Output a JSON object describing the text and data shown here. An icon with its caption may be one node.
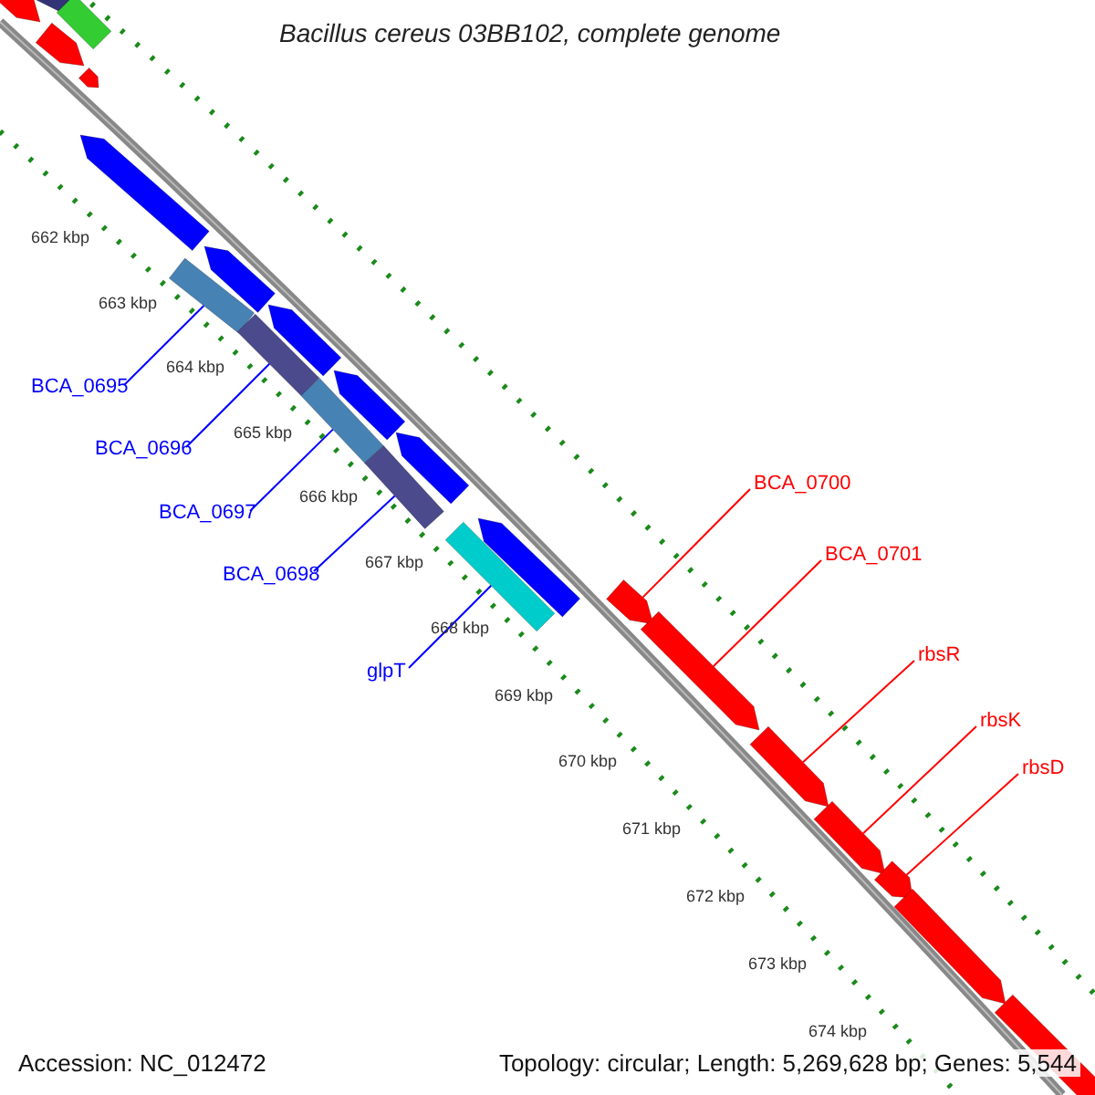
{
  "diagram": {
    "title": "Bacillus cereus 03BB102, complete genome",
    "nodes": [
      {
        "text": [
          "BCA_0695"
        ]
      },
      {
        "text": [
          "BCA_0696"
        ]
      },
      {
        "text": [
          "BCA_0697"
        ]
      },
      {
        "text": [
          "BCA_0698"
        ]
      },
      {
        "text": [
          "glpT"
        ]
      },
      {
        "text": [
          "BCA_0700"
        ]
      },
      {
        "text": [
          "BCA_0701"
        ]
      },
      {
        "text": [
          "rbsR"
        ]
      },
      {
        "text": [
          "rbsK"
        ]
      },
      {
        "text": [
          "rbsD"
        ]
      },
      {
        "text": [],
        "shape": "bar"
      },
      {
        "text": [],
        "shape": "bar"
      },
      {
        "text": [],
        "shape": "bar"
      },
      {
        "text": [],
        "shape": "bar"
      },
      {
        "text": [],
        "shape": "bar"
      },
      {
        "text": [],
        "shape": "bar"
      },
      {
        "text": [],
        "shape": "bar"
      },
      {
        "text": [],
        "shape": "bar"
      },
      {
        "text": [],
        "shape": "bar"
      },
      {
        "text": [],
        "shape": "bar"
      },
      {
        "text": [],
        "shape": "bar"
      },
      {
        "text": [],
        "shape": "bar"
      },
      {
        "text": [],
        "shape": "bar"
      },
      {
        "text": [],
        "shape": "bar"
      },
      {
        "text": [],
        "shape": "bar"
      },
      {
        "text": [],
        "shape": "bar"
      },
      {
        "text": [],
        "shape": "bar"
      },
      {
        "text": [],
        "shape": "bar"
      },
      {
        "text": [],
        "shape": "bar"
      },
      {
        "text": [],
        "shape": "bar"
      },
      {
        "text": [],
        "shape": "bar"
      },
      {
        "text": [],
        "shape": "bar"
      },
      {
        "text": [],
        "shape": "bar"
      }
    ],
    "edges": [
      {
        "from": 0,
        "to": 10,
        "arrow": "none"
      },
      {
        "from": 1,
        "to": 11,
        "arrow": "none"
      },
      {
        "from": 2,
        "to": 12,
        "arrow": "none"
      },
      {
        "from": 3,
        "to": 13,
        "arrow": "none"
      },
      {
        "from": 4,
        "to": 14,
        "arrow": "none"
      },
      {
        "from": 5,
        "to": 15,
        "arrow": "none",
        "color": "#ff0000"
      },
      {
        "from": 6,
        "to": 16,
        "arrow": "none",
        "color": "#ff0000"
      },
      {
        "from": 7,
        "to": 17,
        "arrow": "none",
        "color": "#ff0000"
      },
      {
        "from": 8,
        "to": 18,
        "arrow": "none",
        "color": "#ff0000"
      },
      {
        "from": 9,
        "to": 19,
        "arrow": "none",
        "color": "#ff0000"
      }
    ],
    "labels": [
      "662 kbp",
      "663 kbp",
      "664 kbp",
      "665 kbp",
      "666 kbp",
      "667 kbp",
      "668 kbp",
      "669 kbp",
      "670 kbp",
      "671 kbp",
      "672 kbp",
      "673 kbp",
      "674 kbp",
      "Accession: NC_012472",
      "Topology: circular; Length: 5,269,628 bp; Genes: 5,544"
    ]
  }
}
